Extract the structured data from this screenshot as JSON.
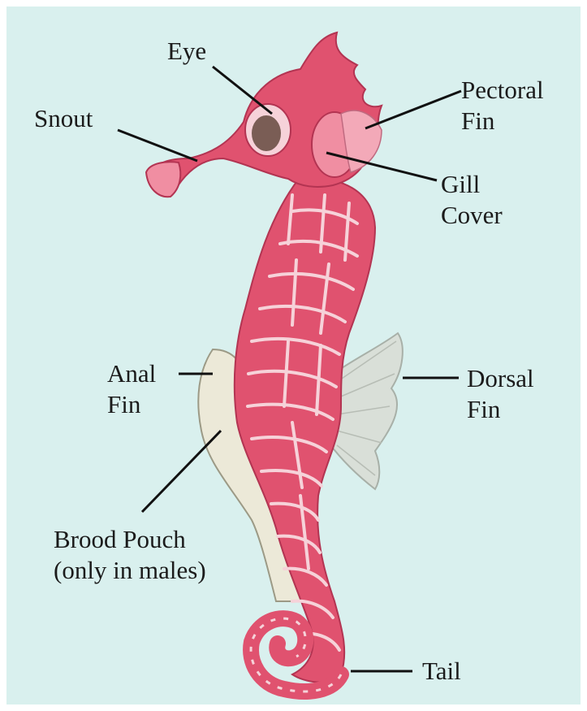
{
  "colors": {
    "background": "#d9f0ee",
    "body": "#e0526f",
    "body_light": "#f08ea2",
    "ridge": "#f6d2d9",
    "fin": "#d9dfd8",
    "pouch": "#ece9d8",
    "eye": "#7a5d55",
    "leader": "#111111",
    "text": "#1b1b1b"
  },
  "labels": {
    "eye": "Eye",
    "snout": "Snout",
    "pectoral_1": "Pectoral",
    "pectoral_2": "Fin",
    "gill_1": "Gill",
    "gill_2": "Cover",
    "anal_1": "Anal",
    "anal_2": "Fin",
    "dorsal_1": "Dorsal",
    "dorsal_2": "Fin",
    "brood_1": "Brood Pouch",
    "brood_2": "(only in males)",
    "tail": "Tail"
  }
}
